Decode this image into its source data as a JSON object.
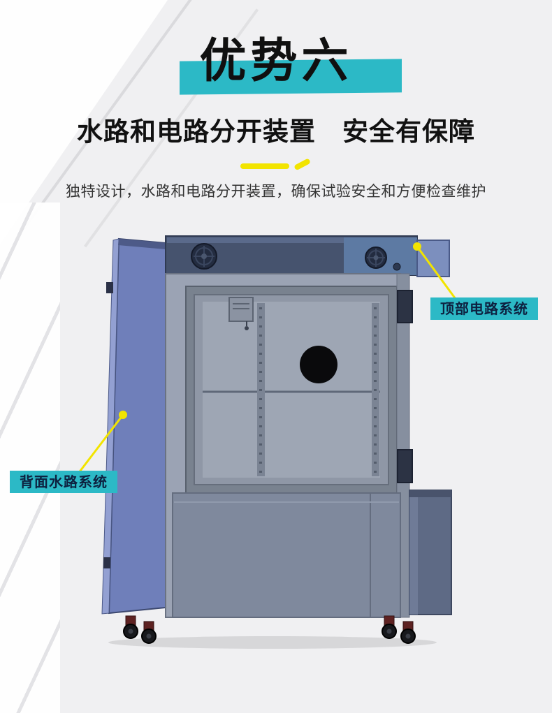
{
  "page": {
    "title": "优势六",
    "subtitle": "水路和电路分开装置　安全有保障",
    "description": "独特设计，水路和电路分开装置，确保试验安全和方便检查维护"
  },
  "callouts": {
    "top_circuit": {
      "label": "顶部电路系统"
    },
    "back_water": {
      "label": "背面水路系统"
    }
  },
  "colors": {
    "accent_teal": "#2cb9c6",
    "accent_yellow": "#f2e400",
    "title_text": "#101010",
    "body_text": "#333333",
    "callout_label_text": "#0d2140",
    "machine_back_panel_blue": "#6f7fba",
    "machine_body_gray": "#9ba3b4",
    "machine_top_band_dark": "#46536e",
    "background": "#f0f0f2"
  }
}
